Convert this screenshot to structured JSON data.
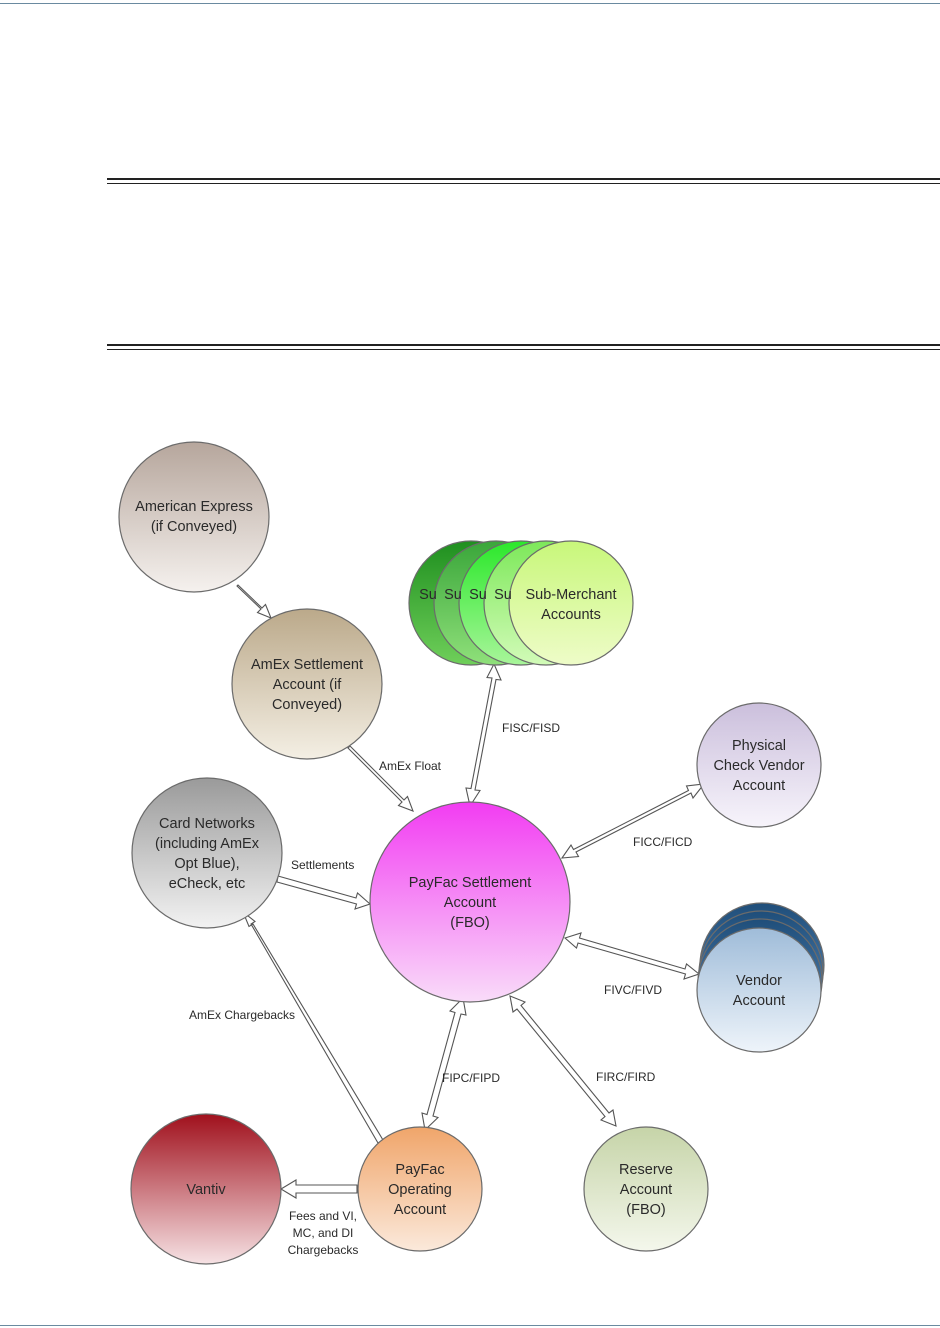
{
  "nodes": {
    "amex": {
      "lines": [
        "American Express",
        "(if Conveyed)"
      ]
    },
    "amex_settlement": {
      "lines": [
        "AmEx Settlement",
        "Account (if",
        "Conveyed)"
      ]
    },
    "sub_merchant": {
      "lines": [
        "Sub-Merchant",
        "Accounts"
      ],
      "stack_label": "Su"
    },
    "physical_check_vendor": {
      "lines": [
        "Physical",
        "Check Vendor",
        "Account"
      ]
    },
    "card_networks": {
      "lines": [
        "Card Networks",
        "(including AmEx",
        "Opt Blue),",
        "eCheck, etc"
      ]
    },
    "payfac_settlement": {
      "lines": [
        "PayFac Settlement",
        "Account",
        "(FBO)"
      ]
    },
    "vendor": {
      "lines": [
        "Vendor",
        "Account"
      ]
    },
    "vantiv": {
      "lines": [
        "Vantiv"
      ]
    },
    "payfac_operating": {
      "lines": [
        "PayFac",
        "Operating",
        "Account"
      ]
    },
    "reserve": {
      "lines": [
        "Reserve",
        "Account",
        "(FBO)"
      ]
    }
  },
  "edges": {
    "amex_float": "AmEx Float",
    "fisc_fisd": "FISC/FISD",
    "settlements": "Settlements",
    "ficc_ficd": "FICC/FICD",
    "fivc_fivd": "FIVC/FIVD",
    "amex_chargebacks": "AmEx Chargebacks",
    "fipc_fipd": "FIPC/FIPD",
    "firc_fird": "FIRC/FIRD",
    "fees": [
      "Fees and VI,",
      "MC, and DI",
      "Chargebacks"
    ]
  }
}
